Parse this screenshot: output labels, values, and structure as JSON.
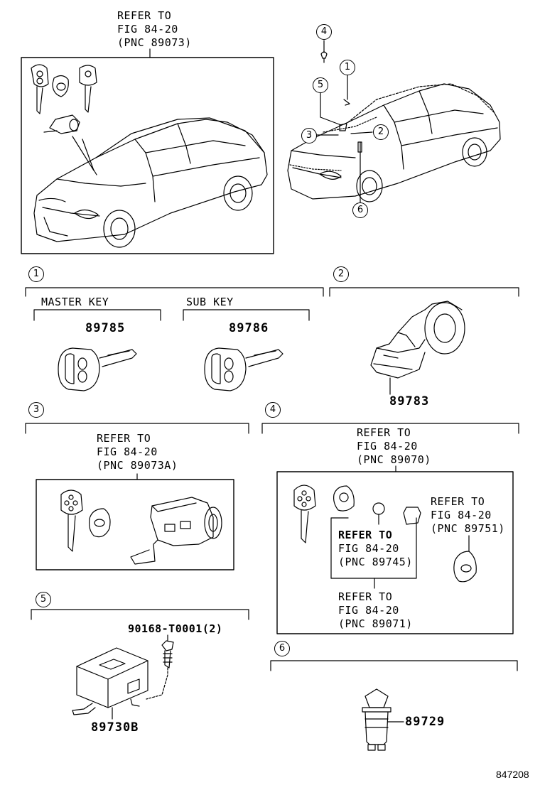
{
  "callouts": [
    "1",
    "2",
    "3",
    "4",
    "5",
    "6"
  ],
  "refs": {
    "top": {
      "l1": "REFER TO",
      "l2": "FIG 84-20",
      "l3": "(PNC 89073)"
    },
    "sec3": {
      "l1": "REFER TO",
      "l2": "FIG 84-20",
      "l3": "(PNC 89073A)"
    },
    "sec4": {
      "l1": "REFER TO",
      "l2": "FIG 84-20",
      "l3": "(PNC 89070)"
    },
    "sec4_a": {
      "l1": "REFER TO",
      "l2": "FIG 84-20",
      "l3": "(PNC 89751)"
    },
    "sec4_b": {
      "l1": "REFER TO",
      "l2": "FIG 84-20",
      "l3": "(PNC 89745)"
    },
    "sec4_c": {
      "l1": "REFER TO",
      "l2": "FIG 84-20",
      "l3": "(PNC 89071)"
    }
  },
  "sec1": {
    "master_label": "MASTER KEY",
    "sub_label": "SUB KEY",
    "master_part": "89785",
    "sub_part": "89786"
  },
  "sec2": {
    "part": "89783"
  },
  "sec5": {
    "bolt_part": "90168-T0001(2)",
    "unit_part": "89730B"
  },
  "sec6": {
    "part": "89729"
  },
  "diagram_code": "847208"
}
